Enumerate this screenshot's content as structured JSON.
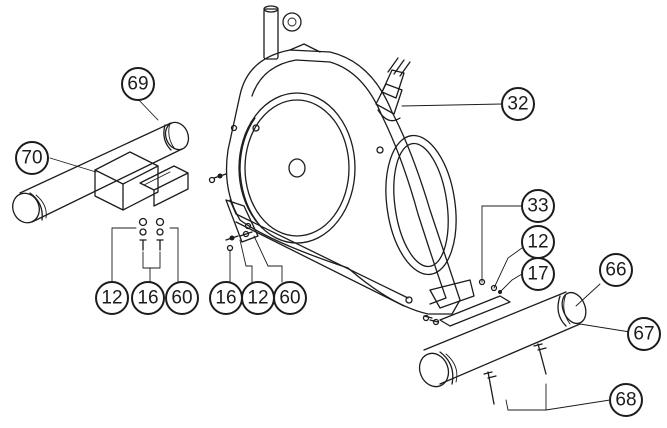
{
  "callouts": [
    {
      "id": "c69",
      "label": "69"
    },
    {
      "id": "c70",
      "label": "70"
    },
    {
      "id": "c32",
      "label": "32"
    },
    {
      "id": "c33",
      "label": "33"
    },
    {
      "id": "c12a",
      "label": "12"
    },
    {
      "id": "c17",
      "label": "17"
    },
    {
      "id": "c66",
      "label": "66"
    },
    {
      "id": "c67",
      "label": "67"
    },
    {
      "id": "c68",
      "label": "68"
    },
    {
      "id": "c12b",
      "label": "12"
    },
    {
      "id": "c16a",
      "label": "16"
    },
    {
      "id": "c60a",
      "label": "60"
    },
    {
      "id": "c16b",
      "label": "16"
    },
    {
      "id": "c12c",
      "label": "12"
    },
    {
      "id": "c60b",
      "label": "60"
    }
  ],
  "colors": {
    "ink": "#1c1c1c",
    "background": "#ffffff"
  }
}
